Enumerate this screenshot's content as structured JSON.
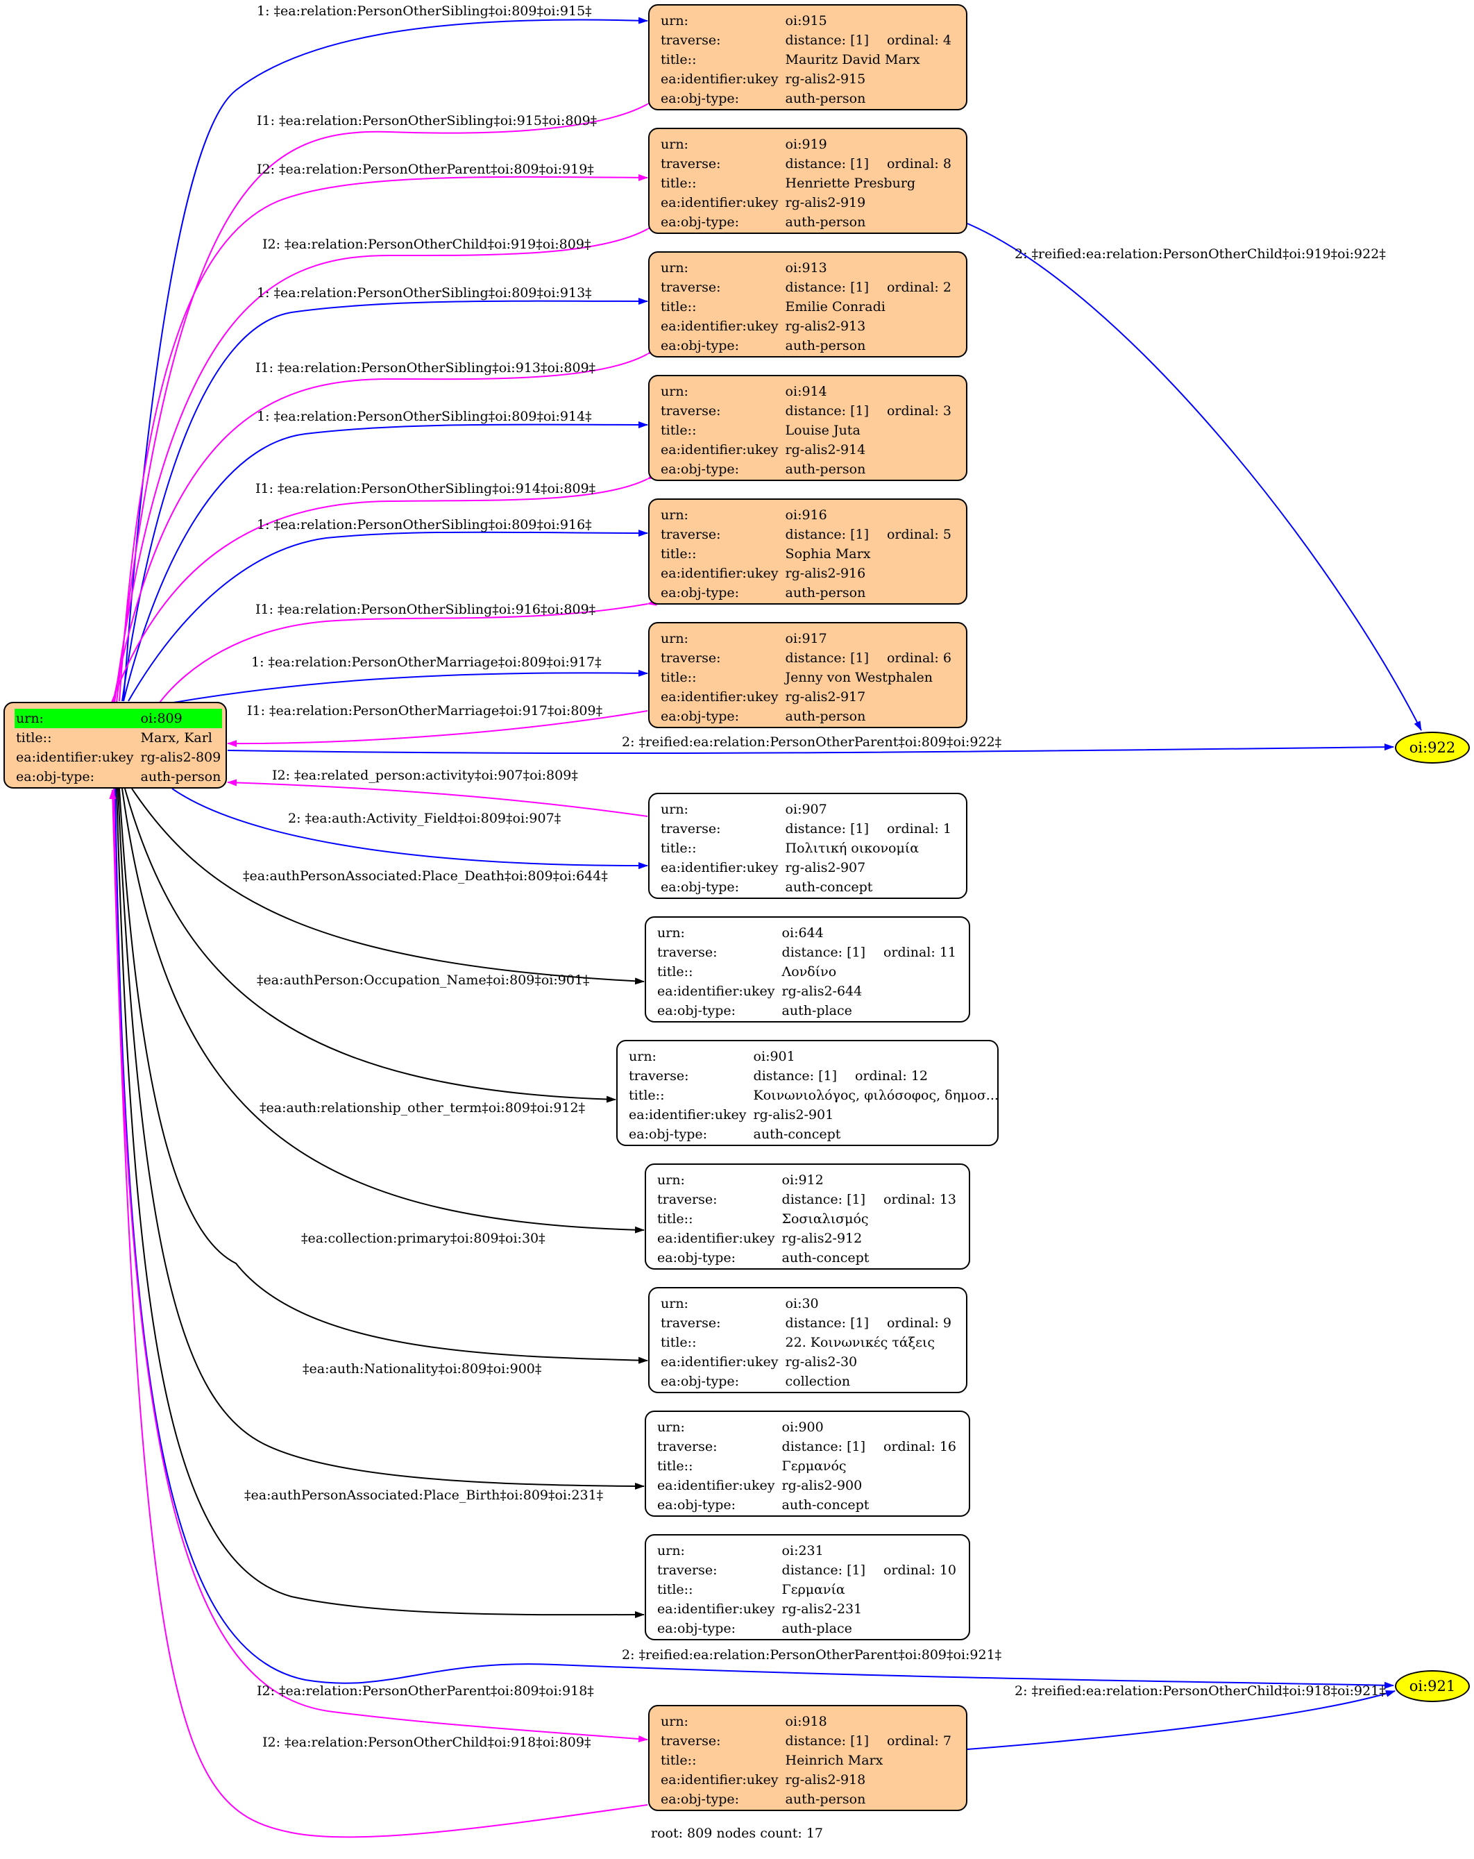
{
  "colors": {
    "person_fill": "#fecc99",
    "root_highlight": "#00ff00",
    "reified_fill": "#ffff00",
    "edge_forward": "#0000ff",
    "edge_inverse": "#ff00ff",
    "edge_plain": "#000000"
  },
  "root": {
    "rows": [
      {
        "k": "urn:",
        "v": "oi:809"
      },
      {
        "k": "title::",
        "v": "Marx, Karl"
      },
      {
        "k": "ea:identifier:ukey",
        "v": "rg-alis2-809"
      },
      {
        "k": "ea:obj-type:",
        "v": "auth-person"
      }
    ]
  },
  "nodes": [
    {
      "id": "915",
      "style": "person",
      "urn": "oi:915",
      "traverse": "distance: [1]",
      "ordinal": "ordinal: 4",
      "title": "Mauritz David Marx",
      "ukey": "rg-alis2-915",
      "objtype": "auth-person"
    },
    {
      "id": "919",
      "style": "person",
      "urn": "oi:919",
      "traverse": "distance: [1]",
      "ordinal": "ordinal: 8",
      "title": "Henriette Presburg",
      "ukey": "rg-alis2-919",
      "objtype": "auth-person"
    },
    {
      "id": "913",
      "style": "person",
      "urn": "oi:913",
      "traverse": "distance: [1]",
      "ordinal": "ordinal: 2",
      "title": "Emilie Conradi",
      "ukey": "rg-alis2-913",
      "objtype": "auth-person"
    },
    {
      "id": "914",
      "style": "person",
      "urn": "oi:914",
      "traverse": "distance: [1]",
      "ordinal": "ordinal: 3",
      "title": "Louise Juta",
      "ukey": "rg-alis2-914",
      "objtype": "auth-person"
    },
    {
      "id": "916",
      "style": "person",
      "urn": "oi:916",
      "traverse": "distance: [1]",
      "ordinal": "ordinal: 5",
      "title": "Sophia Marx",
      "ukey": "rg-alis2-916",
      "objtype": "auth-person"
    },
    {
      "id": "917",
      "style": "person",
      "urn": "oi:917",
      "traverse": "distance: [1]",
      "ordinal": "ordinal: 6",
      "title": "Jenny von Westphalen",
      "ukey": "rg-alis2-917",
      "objtype": "auth-person"
    },
    {
      "id": "907",
      "style": "plain",
      "urn": "oi:907",
      "traverse": "distance: [1]",
      "ordinal": "ordinal: 1",
      "title": "Πολιτική οικονομία",
      "ukey": "rg-alis2-907",
      "objtype": "auth-concept"
    },
    {
      "id": "644",
      "style": "plain",
      "urn": "oi:644",
      "traverse": "distance: [1]",
      "ordinal": "ordinal: 11",
      "title": "Λονδίνο",
      "ukey": "rg-alis2-644",
      "objtype": "auth-place"
    },
    {
      "id": "901",
      "style": "plain",
      "urn": "oi:901",
      "traverse": "distance: [1]",
      "ordinal": "ordinal: 12",
      "title": "Κοινωνιολόγος, φιλόσοφος, δημοσ...",
      "ukey": "rg-alis2-901",
      "objtype": "auth-concept"
    },
    {
      "id": "912",
      "style": "plain",
      "urn": "oi:912",
      "traverse": "distance: [1]",
      "ordinal": "ordinal: 13",
      "title": "Σοσιαλισμός",
      "ukey": "rg-alis2-912",
      "objtype": "auth-concept"
    },
    {
      "id": "30",
      "style": "plain",
      "urn": "oi:30",
      "traverse": "distance: [1]",
      "ordinal": "ordinal: 9",
      "title": "22. Κοινωνικές τάξεις",
      "ukey": "rg-alis2-30",
      "objtype": "collection"
    },
    {
      "id": "900",
      "style": "plain",
      "urn": "oi:900",
      "traverse": "distance: [1]",
      "ordinal": "ordinal: 16",
      "title": "Γερμανός",
      "ukey": "rg-alis2-900",
      "objtype": "auth-concept"
    },
    {
      "id": "231",
      "style": "plain",
      "urn": "oi:231",
      "traverse": "distance: [1]",
      "ordinal": "ordinal: 10",
      "title": "Γερμανία",
      "ukey": "rg-alis2-231",
      "objtype": "auth-place"
    },
    {
      "id": "918",
      "style": "person",
      "urn": "oi:918",
      "traverse": "distance: [1]",
      "ordinal": "ordinal: 7",
      "title": "Heinrich Marx",
      "ukey": "rg-alis2-918",
      "objtype": "auth-person"
    }
  ],
  "field_labels": {
    "urn": "urn:",
    "traverse": "traverse:",
    "title": "title::",
    "ukey": "ea:identifier:ukey",
    "objtype": "ea:obj-type:"
  },
  "reified": [
    {
      "id": "922",
      "label": "oi:922"
    },
    {
      "id": "921",
      "label": "oi:921"
    }
  ],
  "edges": [
    {
      "color": "blue",
      "label": "1: ‡ea:relation:PersonOtherSibling‡oi:809‡oi:915‡"
    },
    {
      "color": "magenta",
      "label": "I1: ‡ea:relation:PersonOtherSibling‡oi:915‡oi:809‡"
    },
    {
      "color": "magenta",
      "label": "I2: ‡ea:relation:PersonOtherParent‡oi:809‡oi:919‡"
    },
    {
      "color": "magenta",
      "label": "I2: ‡ea:relation:PersonOtherChild‡oi:919‡oi:809‡"
    },
    {
      "color": "blue",
      "label": "2: ‡reified:ea:relation:PersonOtherChild‡oi:919‡oi:922‡"
    },
    {
      "color": "blue",
      "label": "1: ‡ea:relation:PersonOtherSibling‡oi:809‡oi:913‡"
    },
    {
      "color": "magenta",
      "label": "I1: ‡ea:relation:PersonOtherSibling‡oi:913‡oi:809‡"
    },
    {
      "color": "blue",
      "label": "1: ‡ea:relation:PersonOtherSibling‡oi:809‡oi:914‡"
    },
    {
      "color": "magenta",
      "label": "I1: ‡ea:relation:PersonOtherSibling‡oi:914‡oi:809‡"
    },
    {
      "color": "blue",
      "label": "1: ‡ea:relation:PersonOtherSibling‡oi:809‡oi:916‡"
    },
    {
      "color": "magenta",
      "label": "I1: ‡ea:relation:PersonOtherSibling‡oi:916‡oi:809‡"
    },
    {
      "color": "blue",
      "label": "1: ‡ea:relation:PersonOtherMarriage‡oi:809‡oi:917‡"
    },
    {
      "color": "magenta",
      "label": "I1: ‡ea:relation:PersonOtherMarriage‡oi:917‡oi:809‡"
    },
    {
      "color": "blue",
      "label": "2: ‡reified:ea:relation:PersonOtherParent‡oi:809‡oi:922‡"
    },
    {
      "color": "magenta",
      "label": "I2: ‡ea:related_person:activity‡oi:907‡oi:809‡"
    },
    {
      "color": "blue",
      "label": "2: ‡ea:auth:Activity_Field‡oi:809‡oi:907‡"
    },
    {
      "color": "black",
      "label": "‡ea:authPersonAssociated:Place_Death‡oi:809‡oi:644‡"
    },
    {
      "color": "black",
      "label": "‡ea:authPerson:Occupation_Name‡oi:809‡oi:901‡"
    },
    {
      "color": "black",
      "label": "‡ea:auth:relationship_other_term‡oi:809‡oi:912‡"
    },
    {
      "color": "black",
      "label": "‡ea:collection:primary‡oi:809‡oi:30‡"
    },
    {
      "color": "black",
      "label": "‡ea:auth:Nationality‡oi:809‡oi:900‡"
    },
    {
      "color": "black",
      "label": "‡ea:authPersonAssociated:Place_Birth‡oi:809‡oi:231‡"
    },
    {
      "color": "blue",
      "label": "2: ‡reified:ea:relation:PersonOtherParent‡oi:809‡oi:921‡"
    },
    {
      "color": "blue",
      "label": "2: ‡reified:ea:relation:PersonOtherChild‡oi:918‡oi:921‡"
    },
    {
      "color": "magenta",
      "label": "I2: ‡ea:relation:PersonOtherParent‡oi:809‡oi:918‡"
    },
    {
      "color": "magenta",
      "label": "I2: ‡ea:relation:PersonOtherChild‡oi:918‡oi:809‡"
    }
  ],
  "footer": "root: 809 nodes count: 17"
}
